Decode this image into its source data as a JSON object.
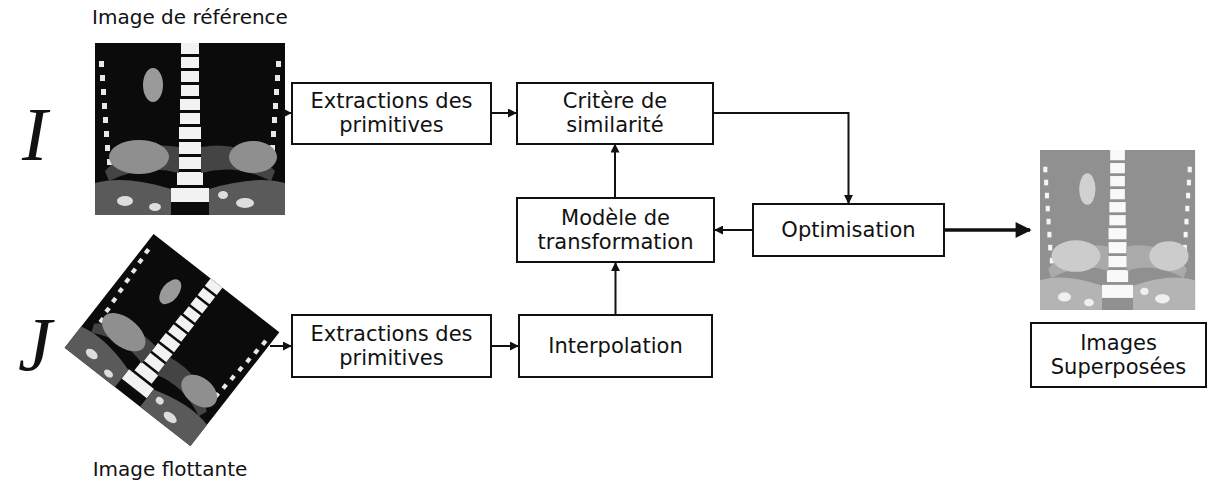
{
  "diagram": {
    "nodes": [
      {
        "text": [
          "Image de référence"
        ]
      },
      {
        "text": [
          "Extractions des primitives"
        ]
      },
      {
        "text": [
          "Critère de similarité"
        ]
      },
      {
        "text": [
          "Modèle de transformation"
        ]
      },
      {
        "text": [
          "Optimisation"
        ]
      },
      {
        "text": [
          "Images Superposées"
        ]
      },
      {
        "text": [
          "Image flottante"
        ]
      },
      {
        "text": [
          "Extractions des primitives"
        ]
      },
      {
        "text": [
          "Interpolation"
        ]
      }
    ],
    "edges": [
      {
        "from": 0,
        "to": 1,
        "arrow": "to"
      },
      {
        "from": 1,
        "to": 2,
        "arrow": "to"
      },
      {
        "from": 2,
        "to": 4,
        "arrow": "to"
      },
      {
        "from": 4,
        "to": 3,
        "arrow": "to"
      },
      {
        "from": 3,
        "to": 2,
        "arrow": "to"
      },
      {
        "from": 6,
        "to": 7,
        "arrow": "to"
      },
      {
        "from": 7,
        "to": 8,
        "arrow": "to"
      },
      {
        "from": 8,
        "to": 3,
        "arrow": "to"
      },
      {
        "from": 4,
        "to": 5,
        "arrow": "to"
      }
    ],
    "labels": [
      "I",
      "J"
    ]
  }
}
